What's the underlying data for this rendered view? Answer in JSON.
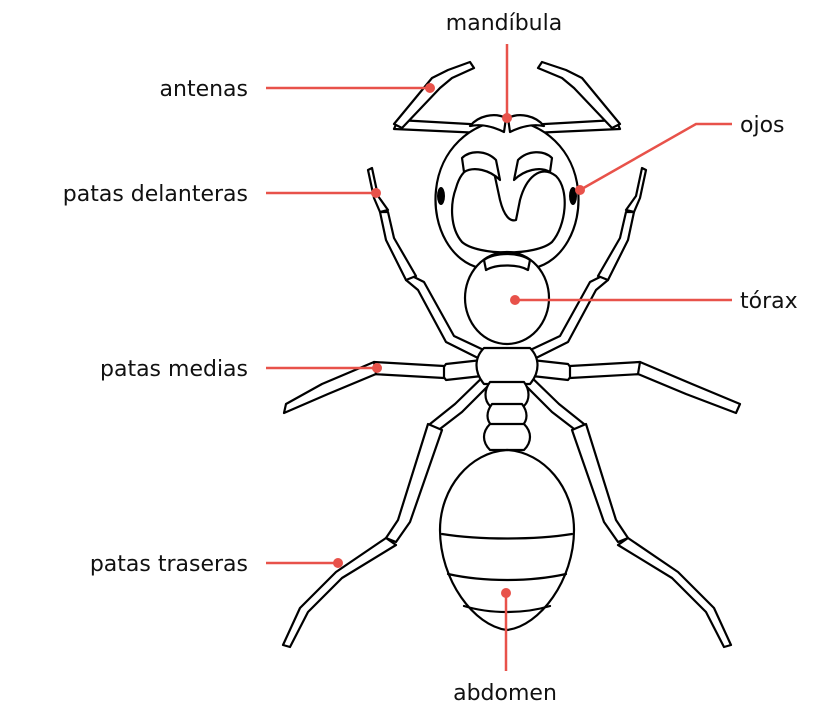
{
  "colors": {
    "leader": "#e8524a",
    "outline": "#000000",
    "text": "#111111"
  },
  "labels": {
    "mandibula": "mandíbula",
    "antenas": "antenas",
    "ojos": "ojos",
    "patas_delanteras": "patas delanteras",
    "torax": "tórax",
    "patas_medias": "patas medias",
    "patas_traseras": "patas traseras",
    "abdomen": "abdomen"
  }
}
